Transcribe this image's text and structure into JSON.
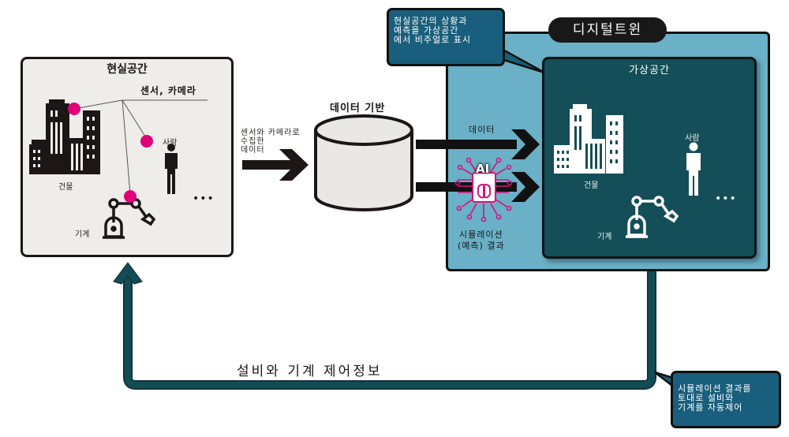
{
  "real_space": {
    "title": "현실공간",
    "sensor_label": "센서, 카메라",
    "building_label": "건물",
    "person_label": "사람",
    "machine_label": "기계",
    "ellipsis": "•••",
    "sensor_color": "#e0007a"
  },
  "data_infra": {
    "title": "데이터 기반",
    "collected_label_lines": [
      "센서와 카메라로",
      "수집한",
      "데이터"
    ]
  },
  "digital_twin": {
    "badge": "디지털트윈",
    "data_arrow_label": "데이터",
    "ai_label": "AI",
    "simulation_label_lines": [
      "시뮬레이션",
      "(예측) 결과"
    ],
    "virtual_space": {
      "title": "가상공간",
      "building_label": "건물",
      "person_label": "사람",
      "machine_label": "기계",
      "ellipsis": "•••"
    }
  },
  "callouts": {
    "top_lines": [
      "현실공간의 상황과",
      "예측을 가상공간",
      "에서 비주얼로 표시"
    ],
    "bottom_lines": [
      "시뮬레이션 결과를",
      "토대로 설비와",
      "기계를 자동제어"
    ]
  },
  "feedback": {
    "control_label": "설비와 기계 제어정보"
  },
  "colors": {
    "twin_outer": "#6ab0c6",
    "virtual_panel": "#144e58",
    "callout": "#195e7c",
    "feedback_arrow": "#124c55",
    "ai_accent": "#d4127e"
  }
}
